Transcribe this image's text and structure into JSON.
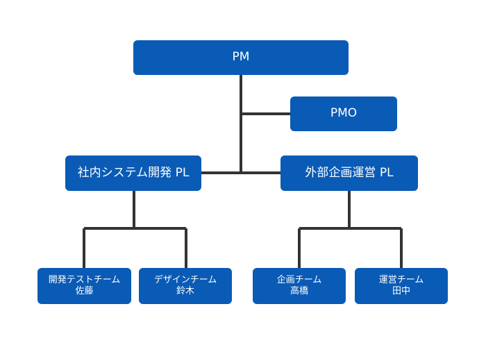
{
  "org_chart": {
    "pm": {
      "title": "PM"
    },
    "pmo": {
      "title": "PMO"
    },
    "leads": [
      {
        "title": "社内システム開発 PL"
      },
      {
        "title": "外部企画運営 PL"
      }
    ],
    "teams": [
      {
        "team": "開発テストチーム",
        "member": "佐藤"
      },
      {
        "team": "デザインチーム",
        "member": "鈴木"
      },
      {
        "team": "企画チーム",
        "member": "高橋"
      },
      {
        "team": "運営チーム",
        "member": "田中"
      }
    ]
  },
  "colors": {
    "box_fill": "#0a5bb5",
    "box_text": "#ffffff",
    "connector": "#333333"
  }
}
